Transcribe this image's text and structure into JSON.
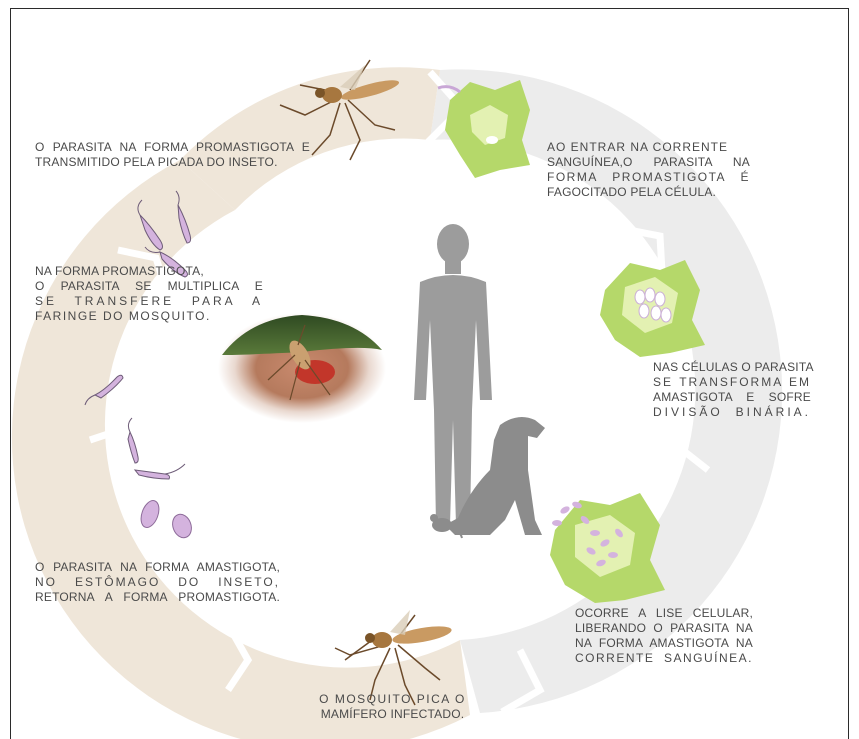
{
  "captions": {
    "top_left": [
      "O PARASITA NA FORMA PROMASTIGOTA E",
      "TRANSMITIDO PELA PICADA DO INSETO."
    ],
    "left_mid": [
      "NA FORMA PROMASTIGOTA,",
      "O PARASITA SE MULTIPLICA E",
      "SE TRANSFERE PARA A",
      "FARINGE DO MOSQUITO."
    ],
    "left_low": [
      "O PARASITA NA FORMA AMASTIGOTA,",
      "NO ESTÔMAGO DO INSETO,",
      "RETORNA A FORMA PROMASTIGOTA."
    ],
    "bottom": [
      "O MOSQUITO PICA O",
      "MAMÍFERO INFECTADO."
    ],
    "right_top": [
      "AO ENTRAR NA CORRENTE",
      "SANGUÍNEA,O PARASITA NA",
      "FORMA PROMASTIGOTA É",
      "FAGOCITADO PELA CÉLULA."
    ],
    "right_mid": [
      "NAS CÉLULAS O PARASITA",
      "SE TRANSFORMA EM",
      "AMASTIGOTA E SOFRE",
      "DIVISÃO BINÁRIA."
    ],
    "right_low": [
      "OCORRE A LISE CELULAR,",
      "LIBERANDO O PARASITA NA",
      "NA FORMA AMASTIGOTA NA",
      "CORRENTE SANGUÍNEA."
    ]
  },
  "colors": {
    "insect_arc": "#efe6d9",
    "host_arc": "#ececec",
    "cell_green": "#b5d86a",
    "cell_light": "#e3f1b2",
    "silhouette": "#9c9c9c",
    "parasite": "#d4b3de",
    "text": "#4a4a4a"
  },
  "icons": [
    "mosquito-icon",
    "cell-icon",
    "human-silhouette-icon",
    "dog-silhouette-icon",
    "rat-silhouette-icon",
    "parasite-icon",
    "mosquito-biting-photo"
  ]
}
